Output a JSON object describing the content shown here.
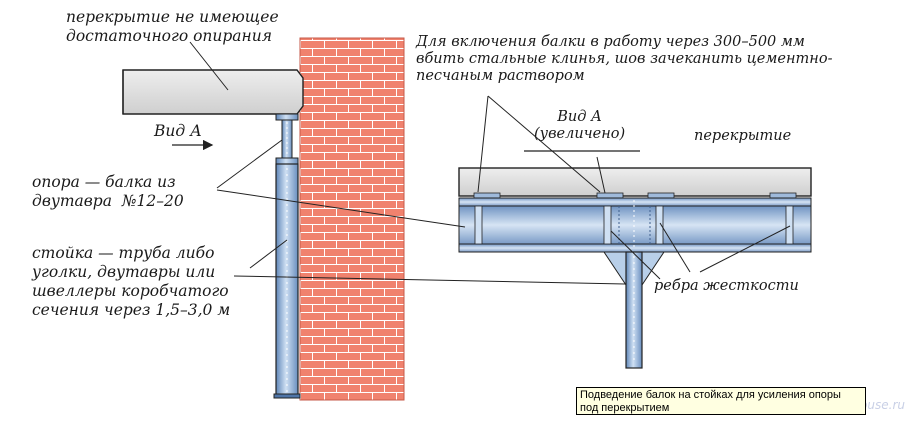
{
  "labels": {
    "slab_no_support": "перекрытие не имеющее\nдостаточного опирания",
    "view_a": "Вид А",
    "instruction": "Для включения балки в работу через 300–500 мм\nвбить стальные клинья, шов зачеканить цементно-\nпесчаным раствором",
    "view_a_enlarged": "Вид А\n(увеличено)",
    "slab": "перекрытие",
    "support_beam": "опора — балка из\nдвутавра  №12–20",
    "post": "стойка — труба либо\nуголки, двутавры или\nшвеллеры коробчатого\nсечения через 1,5–3,0 м",
    "stiffeners": "ребра жесткости"
  },
  "tooltip": "Подведение балок на стойках для усиления опоры под перекрытием",
  "watermark": "PavelTLT для ForumHouse.ru",
  "colors": {
    "brick": "#f0826e",
    "mortar": "#ffffff",
    "slab": "#dcdcdc",
    "steel": "#a9c4e4",
    "steel_dark": "#5f86b8",
    "outline": "#222222"
  }
}
